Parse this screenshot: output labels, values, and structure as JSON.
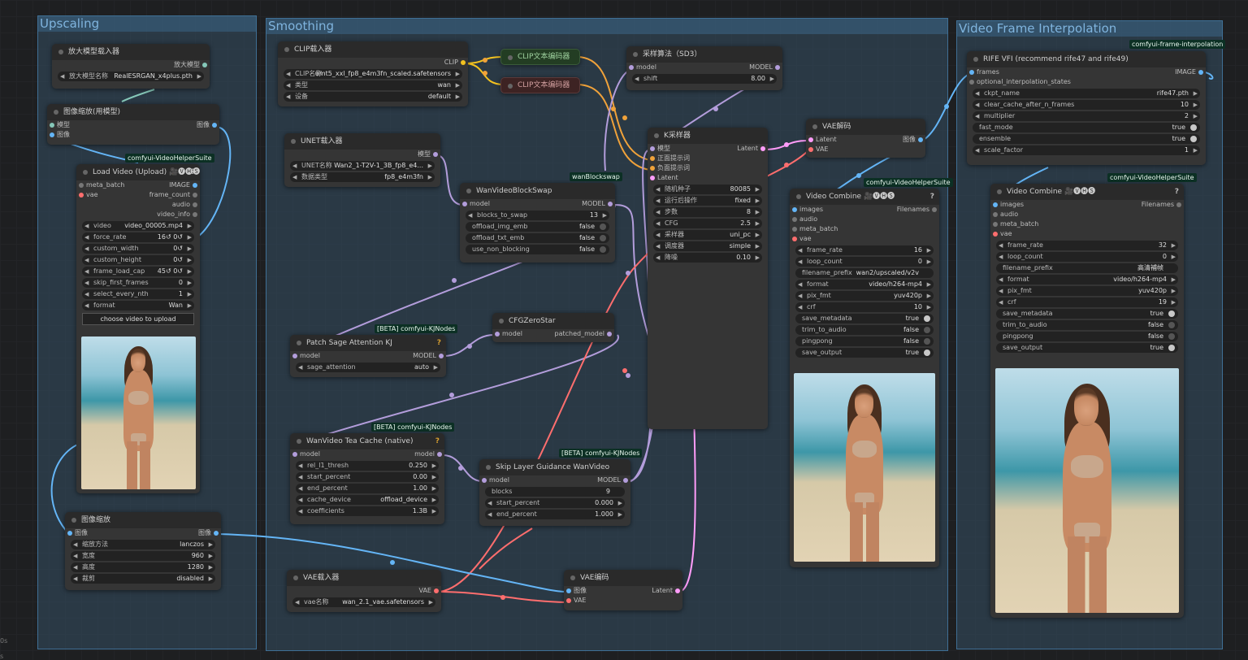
{
  "groups": {
    "upscaling": "Upscaling",
    "smoothing": "Smoothing",
    "vfi": "Video Frame Interpolation"
  },
  "badges": {
    "vhs1": "comfyui-VideoHelperSuite",
    "vhs2": "comfyui-VideoHelperSuite",
    "vhs3": "comfyui-VideoHelperSuite",
    "fi": "comfyui-frame-interpolation",
    "kj1": "[BETA] comfyui-KJNodes",
    "kj2": "[BETA] comfyui-KJNodes",
    "kj3": "[BETA] comfyui-KJNodes",
    "wbs": "wanBlockswap"
  },
  "upscaleLoader": {
    "title": "放大模型载入器",
    "out": "放大模型",
    "w": [
      {
        "l": "放大模型名称",
        "v": "RealESRGAN_x4plus.pth"
      }
    ]
  },
  "imgUpscaleModel": {
    "title": "图像缩放(用模型)",
    "in1": "模型",
    "in2": "图像",
    "out": "图像"
  },
  "loadVideo": {
    "title": "Load Video (Upload) 🎥🅥🅗🅢",
    "in1": "meta_batch",
    "in2": "vae",
    "outs": [
      "IMAGE",
      "frame_count",
      "audio",
      "video_info"
    ],
    "w": [
      {
        "l": "video",
        "v": "video_00005.mp4"
      },
      {
        "l": "force_rate",
        "v": "16↺  0↺"
      },
      {
        "l": "custom_width",
        "v": "0↺"
      },
      {
        "l": "custom_height",
        "v": "0↺"
      },
      {
        "l": "frame_load_cap",
        "v": "45↺  0↺"
      },
      {
        "l": "skip_first_frames",
        "v": "0"
      },
      {
        "l": "select_every_nth",
        "v": "1"
      },
      {
        "l": "format",
        "v": "Wan"
      }
    ],
    "button": "choose video to upload"
  },
  "imgScale": {
    "title": "图像缩放",
    "in": "图像",
    "out": "图像",
    "w": [
      {
        "l": "缩放方法",
        "v": "lanczos"
      },
      {
        "l": "宽度",
        "v": "960"
      },
      {
        "l": "高度",
        "v": "1280"
      },
      {
        "l": "裁剪",
        "v": "disabled"
      }
    ]
  },
  "clipLoader": {
    "title": "CLIP载入器",
    "out": "CLIP",
    "w": [
      {
        "l": "CLIP名称",
        "v": "umt5_xxl_fp8_e4m3fn_scaled.safetensors"
      },
      {
        "l": "类型",
        "v": "wan"
      },
      {
        "l": "设备",
        "v": "default"
      }
    ]
  },
  "clipPos": {
    "title": "CLIP文本编码器"
  },
  "clipNeg": {
    "title": "CLIP文本编码器"
  },
  "sd3": {
    "title": "采样算法（SD3）",
    "in": "model",
    "out": "MODEL",
    "w": [
      {
        "l": "shift",
        "v": "8.00"
      }
    ]
  },
  "unet": {
    "title": "UNET载入器",
    "out": "模型",
    "w": [
      {
        "l": "UNET名称",
        "v": "Wan2_1-T2V-1_3B_fp8_e4..."
      },
      {
        "l": "数据类型",
        "v": "fp8_e4m3fn"
      }
    ]
  },
  "blockSwap": {
    "title": "WanVideoBlockSwap",
    "in": "model",
    "out": "MODEL",
    "w": [
      {
        "l": "blocks_to_swap",
        "v": "13"
      }
    ],
    "t": [
      {
        "l": "offload_img_emb",
        "v": "false"
      },
      {
        "l": "offload_txt_emb",
        "v": "false"
      },
      {
        "l": "use_non_blocking",
        "v": "false"
      }
    ]
  },
  "ksampler": {
    "title": "K采样器",
    "ins": [
      "模型",
      "正面提示词",
      "负面提示词",
      "Latent"
    ],
    "out": "Latent",
    "w": [
      {
        "l": "随机种子",
        "v": "80085"
      },
      {
        "l": "运行后操作",
        "v": "fixed"
      },
      {
        "l": "步数",
        "v": "8"
      },
      {
        "l": "CFG",
        "v": "2.5"
      },
      {
        "l": "采样器",
        "v": "uni_pc"
      },
      {
        "l": "调度器",
        "v": "simple"
      },
      {
        "l": "降噪",
        "v": "0.10"
      }
    ]
  },
  "vaeDecode": {
    "title": "VAE解码",
    "in1": "Latent",
    "in2": "VAE",
    "out": "图像"
  },
  "cfgZero": {
    "title": "CFGZeroStar",
    "in": "model",
    "out": "patched_model"
  },
  "sage": {
    "title": "Patch Sage Attention KJ",
    "in": "model",
    "out": "MODEL",
    "w": [
      {
        "l": "sage_attention",
        "v": "auto"
      }
    ]
  },
  "teaCache": {
    "title": "WanVideo Tea Cache (native)",
    "in": "model",
    "out": "model",
    "w": [
      {
        "l": "rel_l1_thresh",
        "v": "0.250"
      },
      {
        "l": "start_percent",
        "v": "0.00"
      },
      {
        "l": "end_percent",
        "v": "1.00"
      },
      {
        "l": "cache_device",
        "v": "offload_device"
      },
      {
        "l": "coefficients",
        "v": "1.3B"
      }
    ]
  },
  "slg": {
    "title": "Skip Layer Guidance WanVideo",
    "in": "model",
    "out": "MODEL",
    "w": [
      {
        "l": "blocks",
        "v": "9"
      },
      {
        "l": "start_percent",
        "v": "0.000"
      },
      {
        "l": "end_percent",
        "v": "1.000"
      }
    ]
  },
  "vaeLoader": {
    "title": "VAE载入器",
    "out": "VAE",
    "w": [
      {
        "l": "vae名称",
        "v": "wan_2.1_vae.safetensors"
      }
    ]
  },
  "vaeEncode": {
    "title": "VAE编码",
    "in1": "图像",
    "in2": "VAE",
    "out": "Latent"
  },
  "vc1": {
    "title": "Video Combine 🎥🅥🅗🅢",
    "ins": [
      "images",
      "audio",
      "meta_batch",
      "vae"
    ],
    "out": "Filenames",
    "w": [
      {
        "l": "frame_rate",
        "v": "16"
      },
      {
        "l": "loop_count",
        "v": "0"
      },
      {
        "l": "filename_prefix",
        "v": "wan2/upscaled/v2v"
      },
      {
        "l": "format",
        "v": "video/h264-mp4"
      },
      {
        "l": "pix_fmt",
        "v": "yuv420p"
      },
      {
        "l": "crf",
        "v": "10"
      }
    ],
    "t": [
      {
        "l": "save_metadata",
        "v": "true"
      },
      {
        "l": "trim_to_audio",
        "v": "false"
      },
      {
        "l": "pingpong",
        "v": "false"
      },
      {
        "l": "save_output",
        "v": "true"
      }
    ]
  },
  "rife": {
    "title": "RIFE VFI (recommend rife47 and rife49)",
    "in1": "frames",
    "in2": "optional_interpolation_states",
    "out": "IMAGE",
    "w": [
      {
        "l": "ckpt_name",
        "v": "rife47.pth"
      },
      {
        "l": "clear_cache_after_n_frames",
        "v": "10"
      },
      {
        "l": "multiplier",
        "v": "2"
      }
    ],
    "t": [
      {
        "l": "fast_mode",
        "v": "true"
      },
      {
        "l": "ensemble",
        "v": "true"
      }
    ],
    "w2": [
      {
        "l": "scale_factor",
        "v": "1"
      }
    ]
  },
  "vc2": {
    "title": "Video Combine 🎥🅥🅗🅢",
    "ins": [
      "images",
      "audio",
      "meta_batch",
      "vae"
    ],
    "out": "Filenames",
    "w": [
      {
        "l": "frame_rate",
        "v": "32"
      },
      {
        "l": "loop_count",
        "v": "0"
      },
      {
        "l": "filename_prefix",
        "v": "高清補帧"
      },
      {
        "l": "format",
        "v": "video/h264-mp4"
      },
      {
        "l": "pix_fmt",
        "v": "yuv420p"
      },
      {
        "l": "crf",
        "v": "19"
      }
    ],
    "t": [
      {
        "l": "save_metadata",
        "v": "true"
      },
      {
        "l": "trim_to_audio",
        "v": "false"
      },
      {
        "l": "pingpong",
        "v": "false"
      },
      {
        "l": "save_output",
        "v": "true"
      }
    ]
  },
  "sidebar": {
    "a": "0s",
    "b": "s"
  },
  "colors": {
    "model": "#b39ddb",
    "clip": "#f3c220",
    "vae": "#ff6e6e",
    "latent": "#ff9cf9",
    "image": "#64b5f6",
    "group": "#3f6f95"
  }
}
